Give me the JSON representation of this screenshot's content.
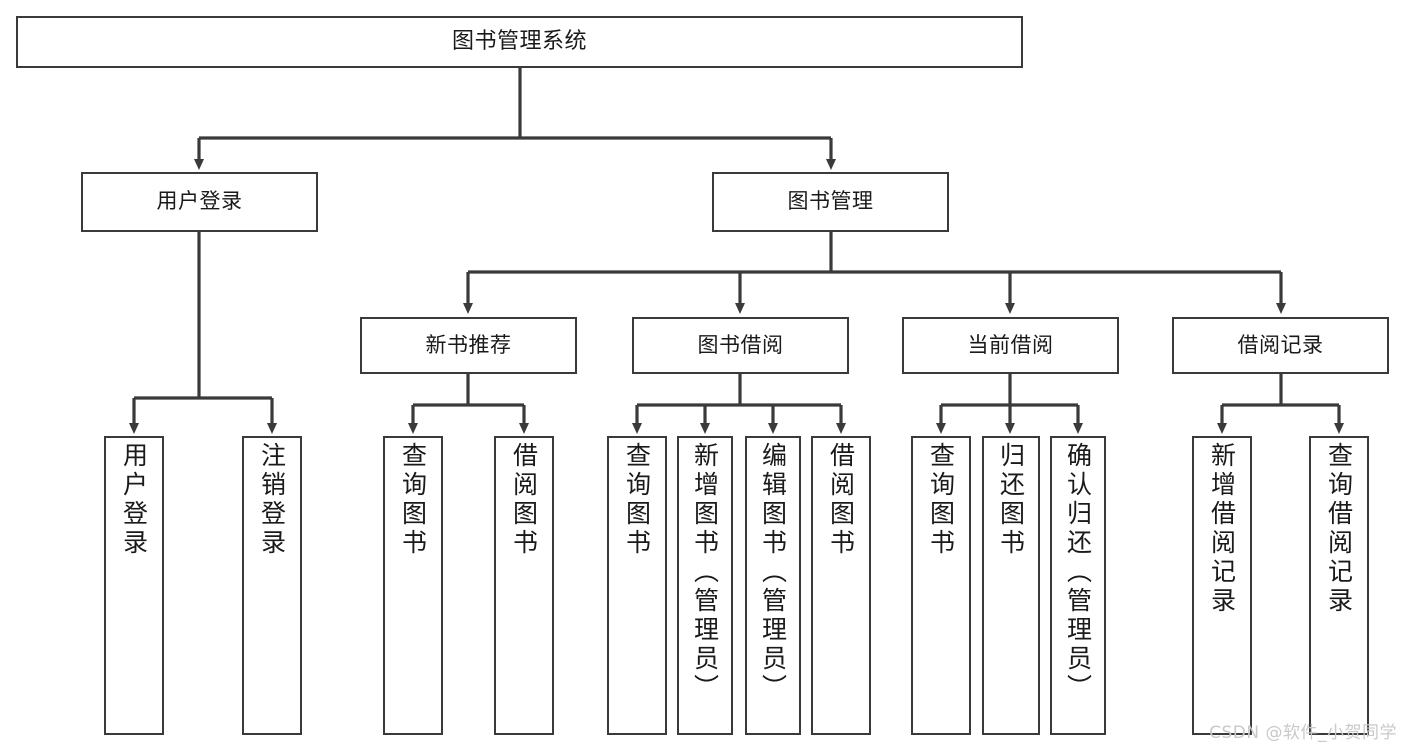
{
  "diagram": {
    "title": "图书管理系统",
    "type": "tree-hierarchy-chart",
    "stroke_color": "#3a3a3a",
    "fill_color": "#ffffff",
    "text_color": "#1a1a1a",
    "root": {
      "label": "图书管理系统"
    },
    "level1": [
      {
        "label": "用户登录"
      },
      {
        "label": "图书管理"
      }
    ],
    "level2": [
      {
        "label": "新书推荐"
      },
      {
        "label": "图书借阅"
      },
      {
        "label": "当前借阅"
      },
      {
        "label": "借阅记录"
      }
    ],
    "leaves": {
      "user_login": [
        {
          "label": "用户登录"
        },
        {
          "label": "注销登录"
        }
      ],
      "new_book_recommend": [
        {
          "label": "查询图书"
        },
        {
          "label": "借阅图书"
        }
      ],
      "book_borrow": [
        {
          "label": "查询图书"
        },
        {
          "label": "新增图书（管理员）"
        },
        {
          "label": "编辑图书（管理员）"
        },
        {
          "label": "借阅图书"
        }
      ],
      "current_borrow": [
        {
          "label": "查询图书"
        },
        {
          "label": "归还图书"
        },
        {
          "label": "确认归还（管理员）"
        }
      ],
      "borrow_record": [
        {
          "label": "新增借阅记录"
        },
        {
          "label": "查询借阅记录"
        }
      ]
    }
  },
  "watermark": {
    "text": "CSDN @软件_小贺同学"
  }
}
